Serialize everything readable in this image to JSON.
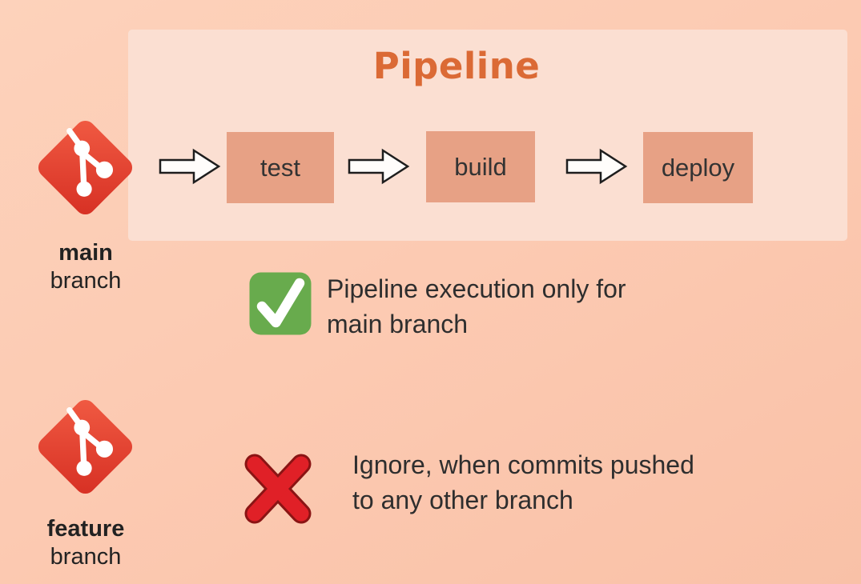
{
  "pipeline": {
    "title": "Pipeline",
    "stages": [
      {
        "label": "test"
      },
      {
        "label": "build"
      },
      {
        "label": "deploy"
      }
    ]
  },
  "branches": {
    "main": {
      "name": "main",
      "type_label": "branch"
    },
    "feature": {
      "name": "feature",
      "type_label": "branch"
    }
  },
  "notes": {
    "allow": {
      "line1": "Pipeline execution only for",
      "line2": "main branch"
    },
    "deny": {
      "line1": "Ignore, when commits pushed",
      "line2": "to any other branch"
    }
  },
  "icons": {
    "git": "git-logo-icon",
    "check": "check-icon",
    "cross": "cross-icon",
    "arrow": "arrow-right-icon"
  },
  "colors": {
    "background": "#fccab2",
    "panel": "#fbdfd2",
    "stage_box": "#e7a185",
    "title_orange": "#db6a35",
    "body_text": "#2e2e2e",
    "check_green": "#68ab4d",
    "cross_red": "#e02027",
    "git_red": "#e04330",
    "arrow_fill": "#fffdfb",
    "arrow_outline": "#1e1e1e"
  }
}
